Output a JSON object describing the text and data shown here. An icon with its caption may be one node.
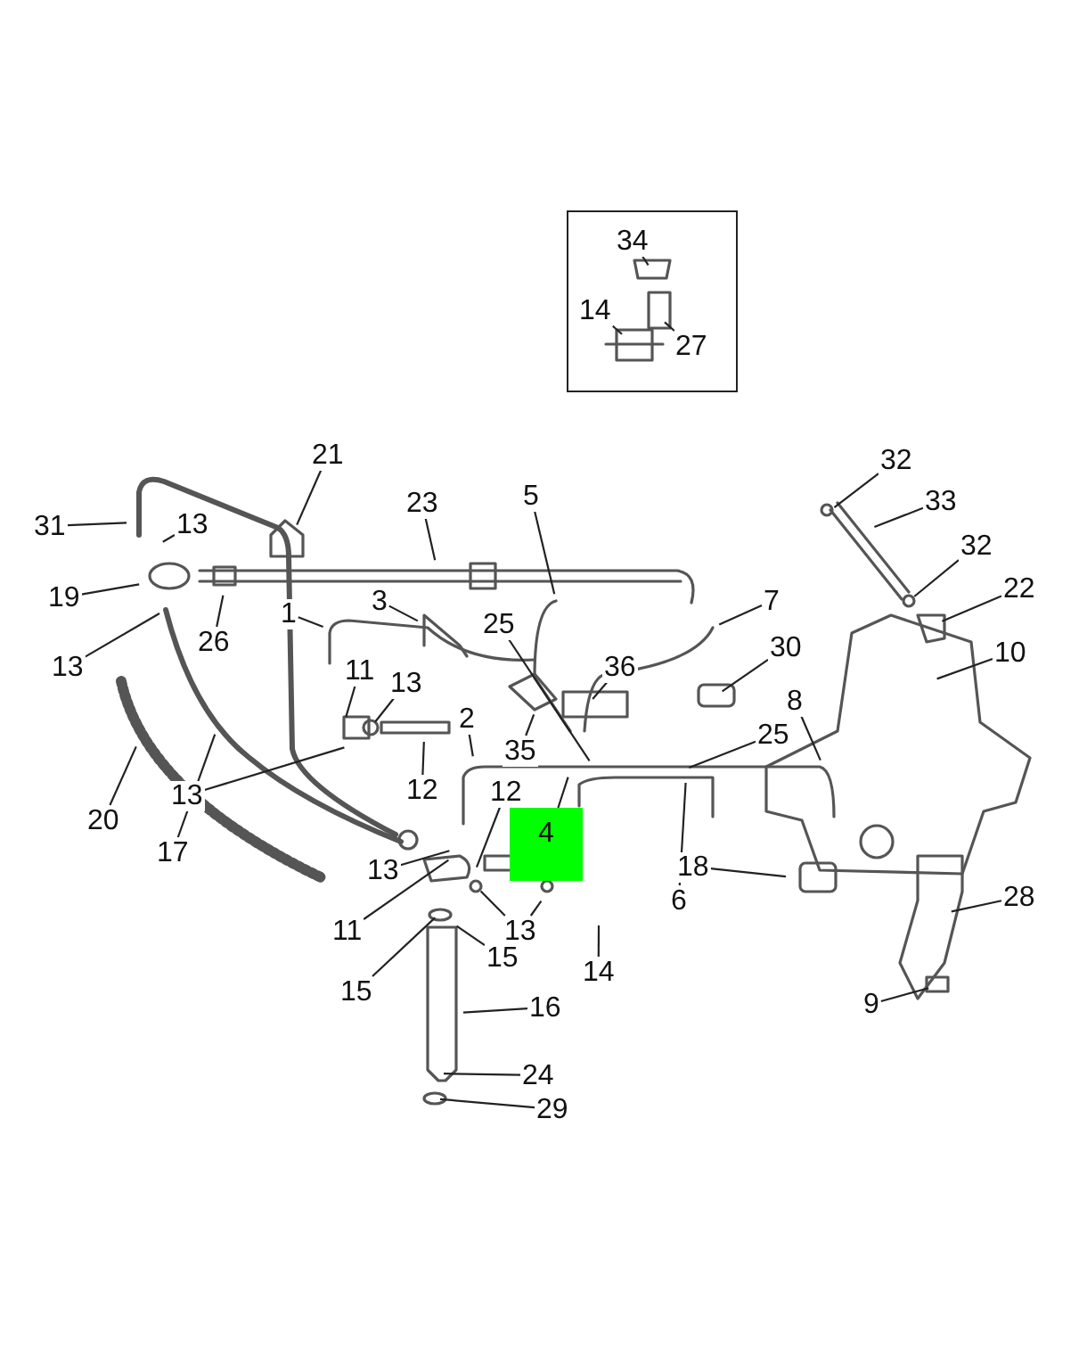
{
  "diagram": {
    "nodes": [
      {
        "text": [],
        "shape": "box"
      },
      {
        "text": [
          "34"
        ],
        "in": 0
      },
      {
        "text": [
          "14"
        ],
        "in": 0
      },
      {
        "text": [
          "27"
        ],
        "in": 0
      },
      {
        "text": [
          "21"
        ]
      },
      {
        "text": [
          "31"
        ]
      },
      {
        "text": [
          "13"
        ]
      },
      {
        "text": [
          "23"
        ]
      },
      {
        "text": [
          "5"
        ]
      },
      {
        "text": [
          "19"
        ]
      },
      {
        "text": [
          "26"
        ]
      },
      {
        "text": [
          "13"
        ]
      },
      {
        "text": [
          "1"
        ]
      },
      {
        "text": [
          "3"
        ]
      },
      {
        "text": [
          "7"
        ]
      },
      {
        "text": [
          "25"
        ]
      },
      {
        "text": [
          "36"
        ]
      },
      {
        "text": [
          "30"
        ]
      },
      {
        "text": [
          "10"
        ]
      },
      {
        "text": [
          "32"
        ]
      },
      {
        "text": [
          "33"
        ]
      },
      {
        "text": [
          "32"
        ]
      },
      {
        "text": [
          "22"
        ]
      },
      {
        "text": [
          "11"
        ]
      },
      {
        "text": [
          "13"
        ]
      },
      {
        "text": [
          "12"
        ]
      },
      {
        "text": [
          "35"
        ]
      },
      {
        "text": [
          "2"
        ]
      },
      {
        "text": [
          "25"
        ]
      },
      {
        "text": [
          "8"
        ]
      },
      {
        "text": [
          "13"
        ]
      },
      {
        "text": [
          "20"
        ]
      },
      {
        "text": [
          "17"
        ]
      },
      {
        "text": [
          "12"
        ]
      },
      {
        "text": [
          "4"
        ]
      },
      {
        "text": [
          "6"
        ]
      },
      {
        "text": [
          "14"
        ]
      },
      {
        "text": [
          "13"
        ]
      },
      {
        "text": [
          "11"
        ]
      },
      {
        "text": [
          "13"
        ]
      },
      {
        "text": [
          "15"
        ]
      },
      {
        "text": [
          "15"
        ]
      },
      {
        "text": [
          "16"
        ]
      },
      {
        "text": [
          "24"
        ]
      },
      {
        "text": [
          "29"
        ]
      },
      {
        "text": [
          "18"
        ]
      },
      {
        "text": [
          "28"
        ]
      },
      {
        "text": [
          "9"
        ]
      }
    ],
    "edges": [
      {
        "from": 1,
        "to": null,
        "arrow": "none"
      },
      {
        "from": 2,
        "to": null,
        "arrow": "none"
      },
      {
        "from": 3,
        "to": null,
        "arrow": "none"
      },
      {
        "from": 4,
        "to": null,
        "arrow": "none"
      },
      {
        "from": 5,
        "to": null,
        "arrow": "none"
      },
      {
        "from": 6,
        "to": null,
        "arrow": "none"
      },
      {
        "from": 7,
        "to": null,
        "arrow": "none"
      },
      {
        "from": 8,
        "to": null,
        "arrow": "none"
      },
      {
        "from": 9,
        "to": null,
        "arrow": "none"
      },
      {
        "from": 10,
        "to": null,
        "arrow": "none"
      },
      {
        "from": 11,
        "to": null,
        "arrow": "none"
      },
      {
        "from": 12,
        "to": null,
        "arrow": "none"
      },
      {
        "from": 13,
        "to": null,
        "arrow": "none"
      },
      {
        "from": 14,
        "to": null,
        "arrow": "none"
      },
      {
        "from": 15,
        "to": null,
        "arrow": "none"
      },
      {
        "from": 16,
        "to": null,
        "arrow": "none"
      },
      {
        "from": 17,
        "to": null,
        "arrow": "none"
      },
      {
        "from": 18,
        "to": null,
        "arrow": "none"
      },
      {
        "from": 19,
        "to": null,
        "arrow": "none"
      },
      {
        "from": 20,
        "to": null,
        "arrow": "none"
      },
      {
        "from": 21,
        "to": null,
        "arrow": "none"
      },
      {
        "from": 22,
        "to": null,
        "arrow": "none"
      },
      {
        "from": 23,
        "to": null,
        "arrow": "none"
      },
      {
        "from": 24,
        "to": null,
        "arrow": "none"
      },
      {
        "from": 25,
        "to": null,
        "arrow": "none"
      },
      {
        "from": 26,
        "to": null,
        "arrow": "none"
      },
      {
        "from": 27,
        "to": null,
        "arrow": "none"
      },
      {
        "from": 28,
        "to": null,
        "arrow": "none"
      },
      {
        "from": 29,
        "to": null,
        "arrow": "none"
      },
      {
        "from": 30,
        "to": null,
        "arrow": "none"
      },
      {
        "from": 31,
        "to": null,
        "arrow": "none"
      },
      {
        "from": 32,
        "to": null,
        "arrow": "none"
      },
      {
        "from": 33,
        "to": null,
        "arrow": "none"
      },
      {
        "from": 34,
        "to": null,
        "arrow": "none"
      },
      {
        "from": 35,
        "to": null,
        "arrow": "none"
      },
      {
        "from": 36,
        "to": null,
        "arrow": "none"
      },
      {
        "from": 37,
        "to": null,
        "arrow": "none"
      },
      {
        "from": 38,
        "to": null,
        "arrow": "none"
      },
      {
        "from": 39,
        "to": null,
        "arrow": "none"
      },
      {
        "from": 39,
        "to": null,
        "arrow": "none"
      },
      {
        "from": 40,
        "to": null,
        "arrow": "none"
      },
      {
        "from": 41,
        "to": null,
        "arrow": "none"
      },
      {
        "from": 42,
        "to": null,
        "arrow": "none"
      },
      {
        "from": 43,
        "to": null,
        "arrow": "none"
      },
      {
        "from": 44,
        "to": null,
        "arrow": "none"
      },
      {
        "from": 45,
        "to": null,
        "arrow": "none"
      },
      {
        "from": 46,
        "to": null,
        "arrow": "none"
      },
      {
        "from": 47,
        "to": null,
        "arrow": "none"
      }
    ]
  }
}
